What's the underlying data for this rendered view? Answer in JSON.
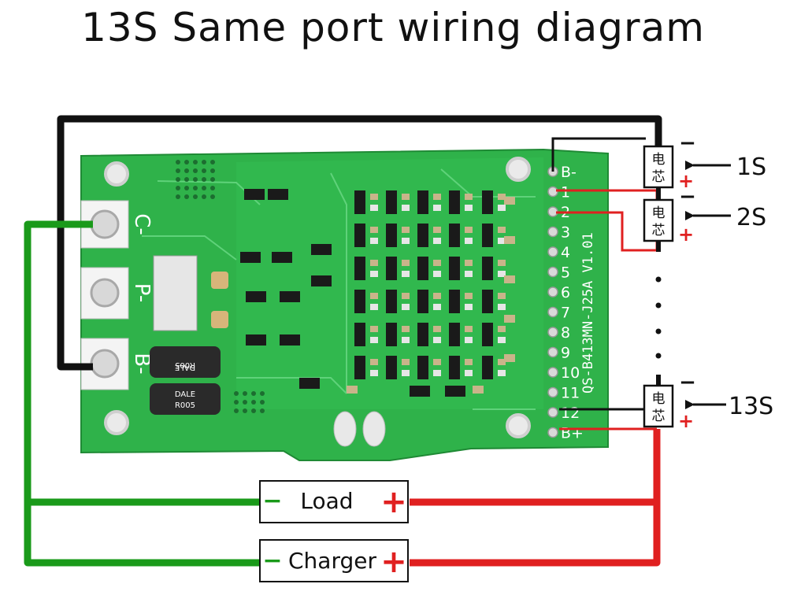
{
  "title": "13S Same port wiring diagram",
  "board": {
    "silkscreen": "QS-B413MN-J25A V1.01",
    "pads": [
      "B-",
      "1",
      "2",
      "3",
      "4",
      "5",
      "6",
      "7",
      "8",
      "9",
      "10",
      "11",
      "12",
      "B+"
    ],
    "ports": [
      "C-",
      "P-",
      "B-"
    ],
    "resistor_marking": "DALE",
    "resistor_value": "R005"
  },
  "cells": [
    {
      "glyph_top": "电",
      "glyph_bottom": "芯",
      "label": "1S",
      "minus": "−",
      "plus": "+"
    },
    {
      "glyph_top": "电",
      "glyph_bottom": "芯",
      "label": "2S",
      "minus": "−",
      "plus": "+"
    },
    {
      "glyph_top": "电",
      "glyph_bottom": "芯",
      "label": "13S",
      "minus": "−",
      "plus": "+"
    }
  ],
  "load": {
    "label": "Load",
    "minus": "−",
    "plus": "+"
  },
  "charger": {
    "label": "Charger",
    "minus": "−",
    "plus": "+"
  },
  "colors": {
    "negative_wire": "#111111",
    "positive_wire": "#e02020",
    "common_negative_wire": "#1a9a1a",
    "pcb": "#2fb24a"
  }
}
